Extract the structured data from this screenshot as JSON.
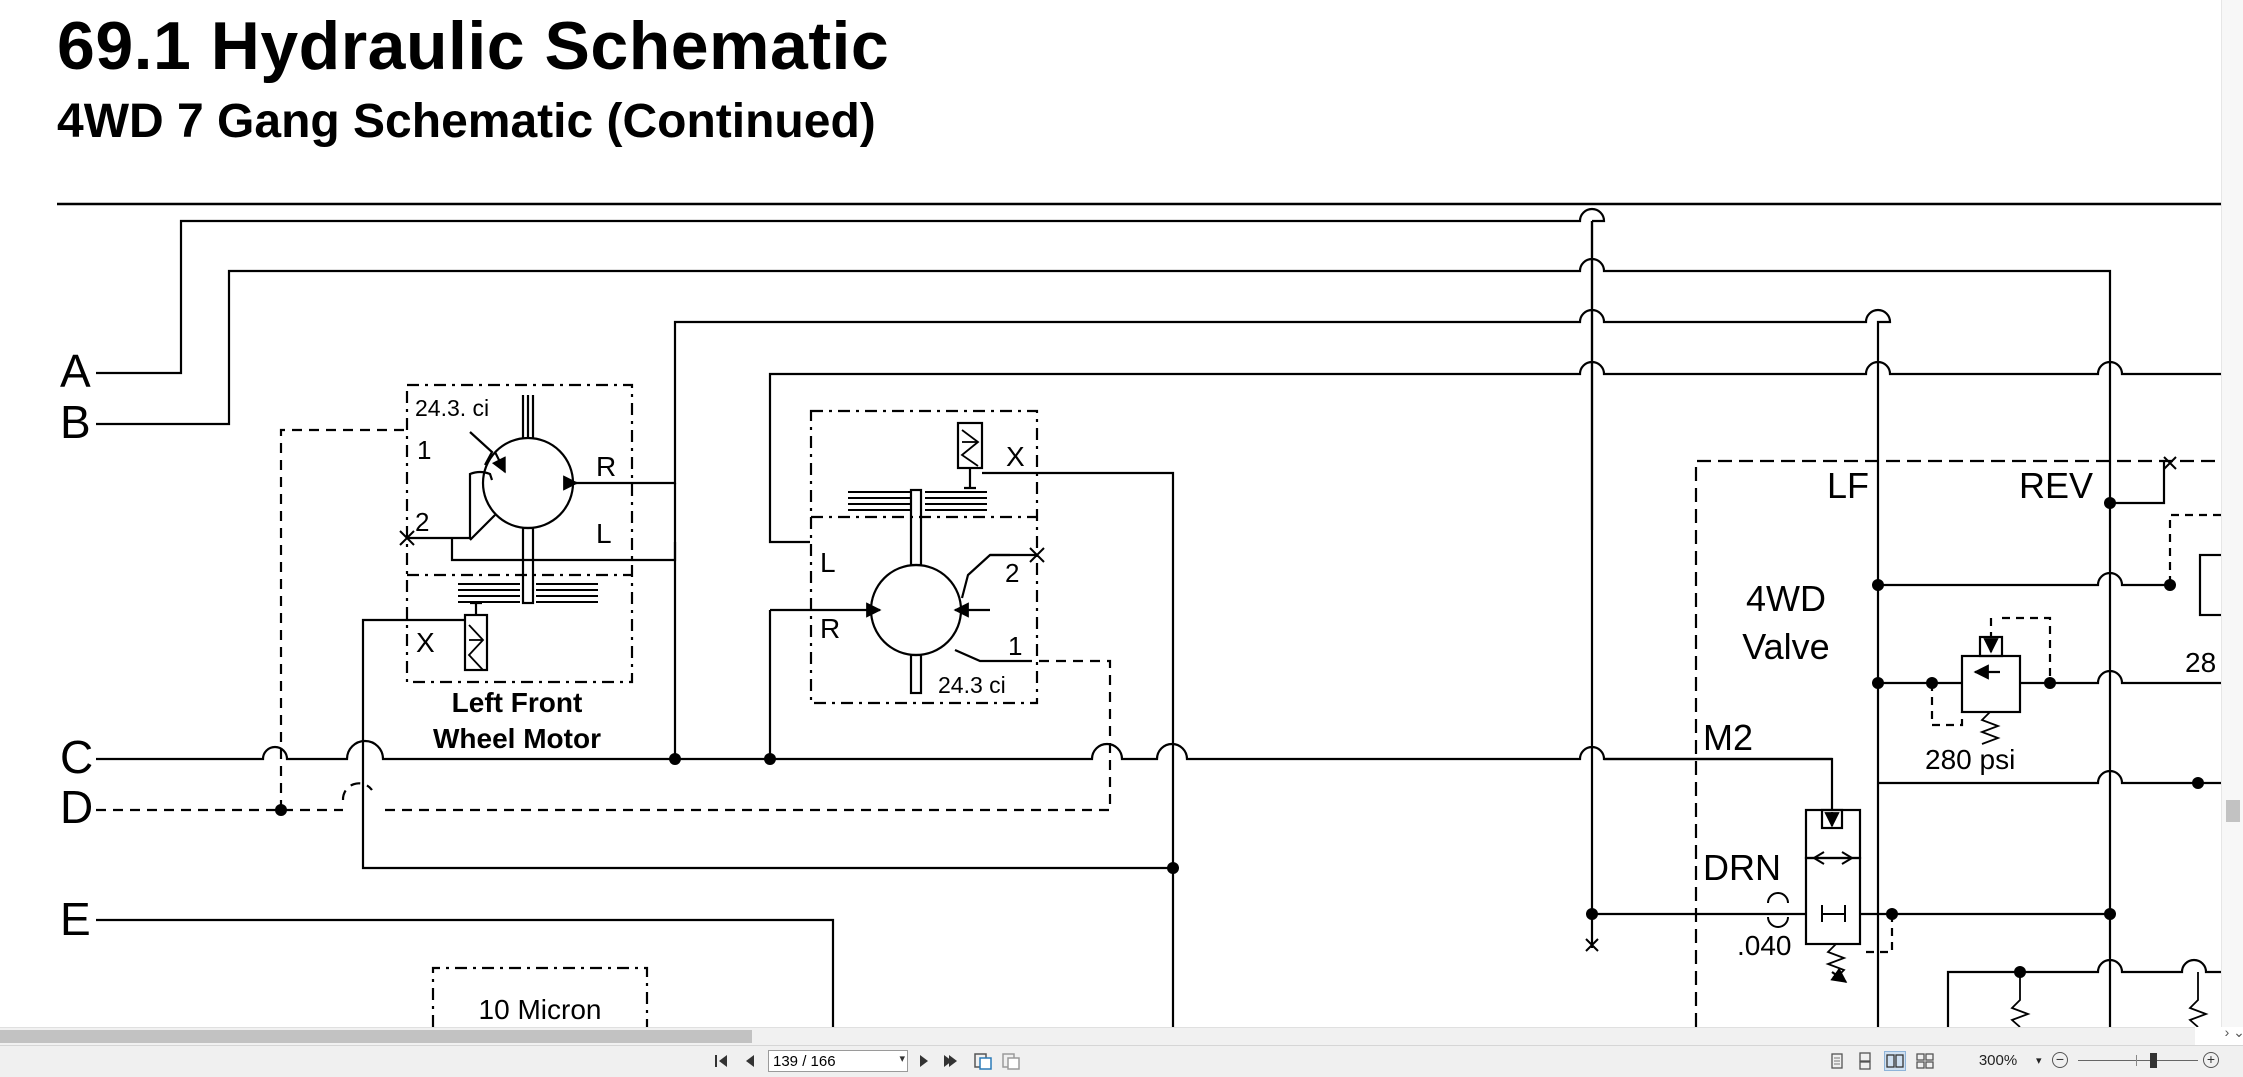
{
  "document": {
    "title": "69.1 Hydraulic Schematic",
    "subtitle": "4WD 7 Gang Schematic (Continued)"
  },
  "schematic": {
    "line_labels": [
      "A",
      "B",
      "C",
      "D",
      "E"
    ],
    "left_motor": {
      "displacement": "24.3. ci",
      "port_1": "1",
      "port_2": "2",
      "port_r": "R",
      "port_l": "L",
      "port_x": "X",
      "caption_line1": "Left Front",
      "caption_line2": "Wheel Motor"
    },
    "right_motor": {
      "displacement": "24.3 ci",
      "port_1": "1",
      "port_2": "2",
      "port_r": "R",
      "port_l": "L",
      "port_x": "X"
    },
    "filter_label": "10 Micron",
    "valve": {
      "name_line1": "4WD",
      "name_line2": "Valve",
      "port_lf": "LF",
      "port_rev": "REV",
      "port_m2": "M2",
      "port_drn": "DRN",
      "relief_setting": "280 psi",
      "orifice": ".040",
      "cut_label": "28"
    }
  },
  "viewer": {
    "page_indicator": "139 / 166",
    "zoom": "300%"
  },
  "icons": {
    "first_page": "first-page-icon",
    "prev_page": "prev-page-icon",
    "next_page": "next-page-icon",
    "last_page": "last-page-icon"
  }
}
